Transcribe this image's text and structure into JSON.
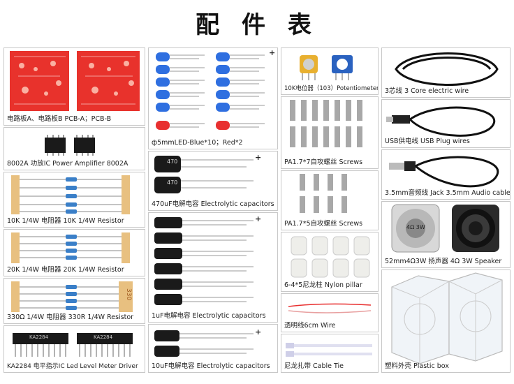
{
  "title": "配 件 表",
  "parts": {
    "pcb": "电路板A、电路板B   PCB-A；PCB-B",
    "amp": "8002A 功放IC  Power Amplifier 8002A",
    "r10k": "10K 1/4W 电阻器  10K 1/4W Resistor",
    "r20k": "20K 1/4W 电阻器 20K 1/4W Resistor",
    "r330": "330Ω 1/4W 电阻器  330R 1/4W Resistor",
    "r330_label": "330",
    "ka2284": "KA2284 电平指示IC  Led Level Meter Driver",
    "ka2284_chip": "KA2284",
    "led": "ф5mmLED-Blue*10；Red*2",
    "cap470": "470uF电解电容 Electrolytic capacitors",
    "cap470_mark": "470",
    "cap1": "1uF电解电容   Electrolytic capacitors",
    "cap10": "10uF电解电容   Electrolytic capacitors",
    "pot": "10K电位器（103）Potentiometer",
    "screw7": "PA1.7*7自攻螺丝  Screws",
    "screw5": "PA1.7*5自攻螺丝  Screws",
    "pillar": "6-4*5尼龙柱  Nylon pillar",
    "wire": "透明线6cm   Wire",
    "tie": "尼龙扎带   Cable Tie",
    "wire3": "3芯线  3 Core electric wire",
    "usb": "USB供电线  USB Plug wires",
    "jack": "3.5mm音频线  Jack 3.5mm Audio cable",
    "speaker": "52mm4Ω3W 扬声器   4Ω 3W  Speaker",
    "speaker_mark": "4Ω 3W",
    "box": "塑料外壳  Plastic box",
    "plus": "+"
  },
  "colors": {
    "pcb": "#e8322c",
    "blue_led": "#2f6fe0",
    "red_led": "#e83030",
    "cap": "#1a1a1a",
    "resistor": "#3a7fc8"
  }
}
